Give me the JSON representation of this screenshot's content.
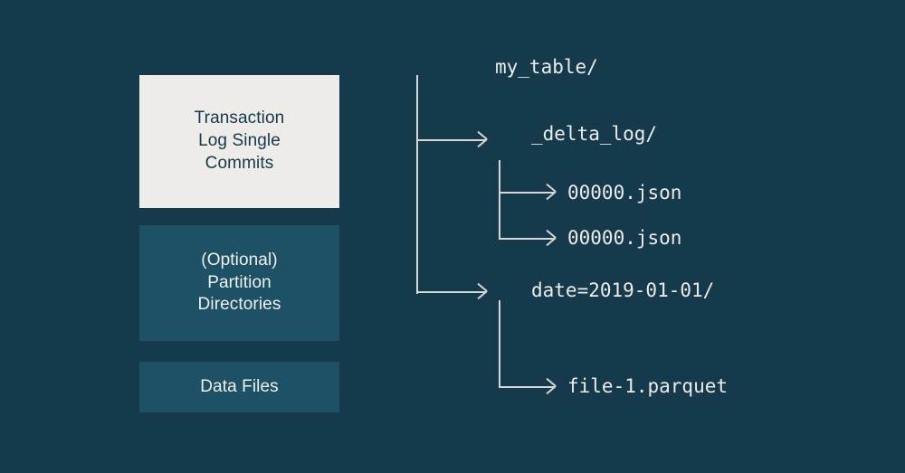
{
  "theme": {
    "background_color": "#143a4c",
    "box_light_color": "#eeece8",
    "box_teal_color": "#1d5166",
    "text_light_color": "#eeece8",
    "text_dark_color": "#143a4c",
    "line_color": "#d8d6d2"
  },
  "legend": {
    "boxes": [
      {
        "id": "transaction-log",
        "label": "Transaction\nLog Single\nCommits",
        "style": "light"
      },
      {
        "id": "partition-directories",
        "label": "(Optional)\nPartition\nDirectories",
        "style": "teal"
      },
      {
        "id": "data-files",
        "label": "Data Files",
        "style": "teal"
      }
    ]
  },
  "tree": {
    "root": {
      "label": "my_table/",
      "level": 0
    },
    "nodes": [
      {
        "id": "delta-log",
        "label": "_delta_log/",
        "level": 1,
        "type": "directory"
      },
      {
        "id": "json-1",
        "label": "00000.json",
        "level": 2,
        "type": "file"
      },
      {
        "id": "json-2",
        "label": "00000.json",
        "level": 2,
        "type": "file"
      },
      {
        "id": "date-part",
        "label": "date=2019-01-01/",
        "level": 1,
        "type": "directory"
      },
      {
        "id": "parquet-1",
        "label": "file-1.parquet",
        "level": 2,
        "type": "file"
      }
    ]
  }
}
